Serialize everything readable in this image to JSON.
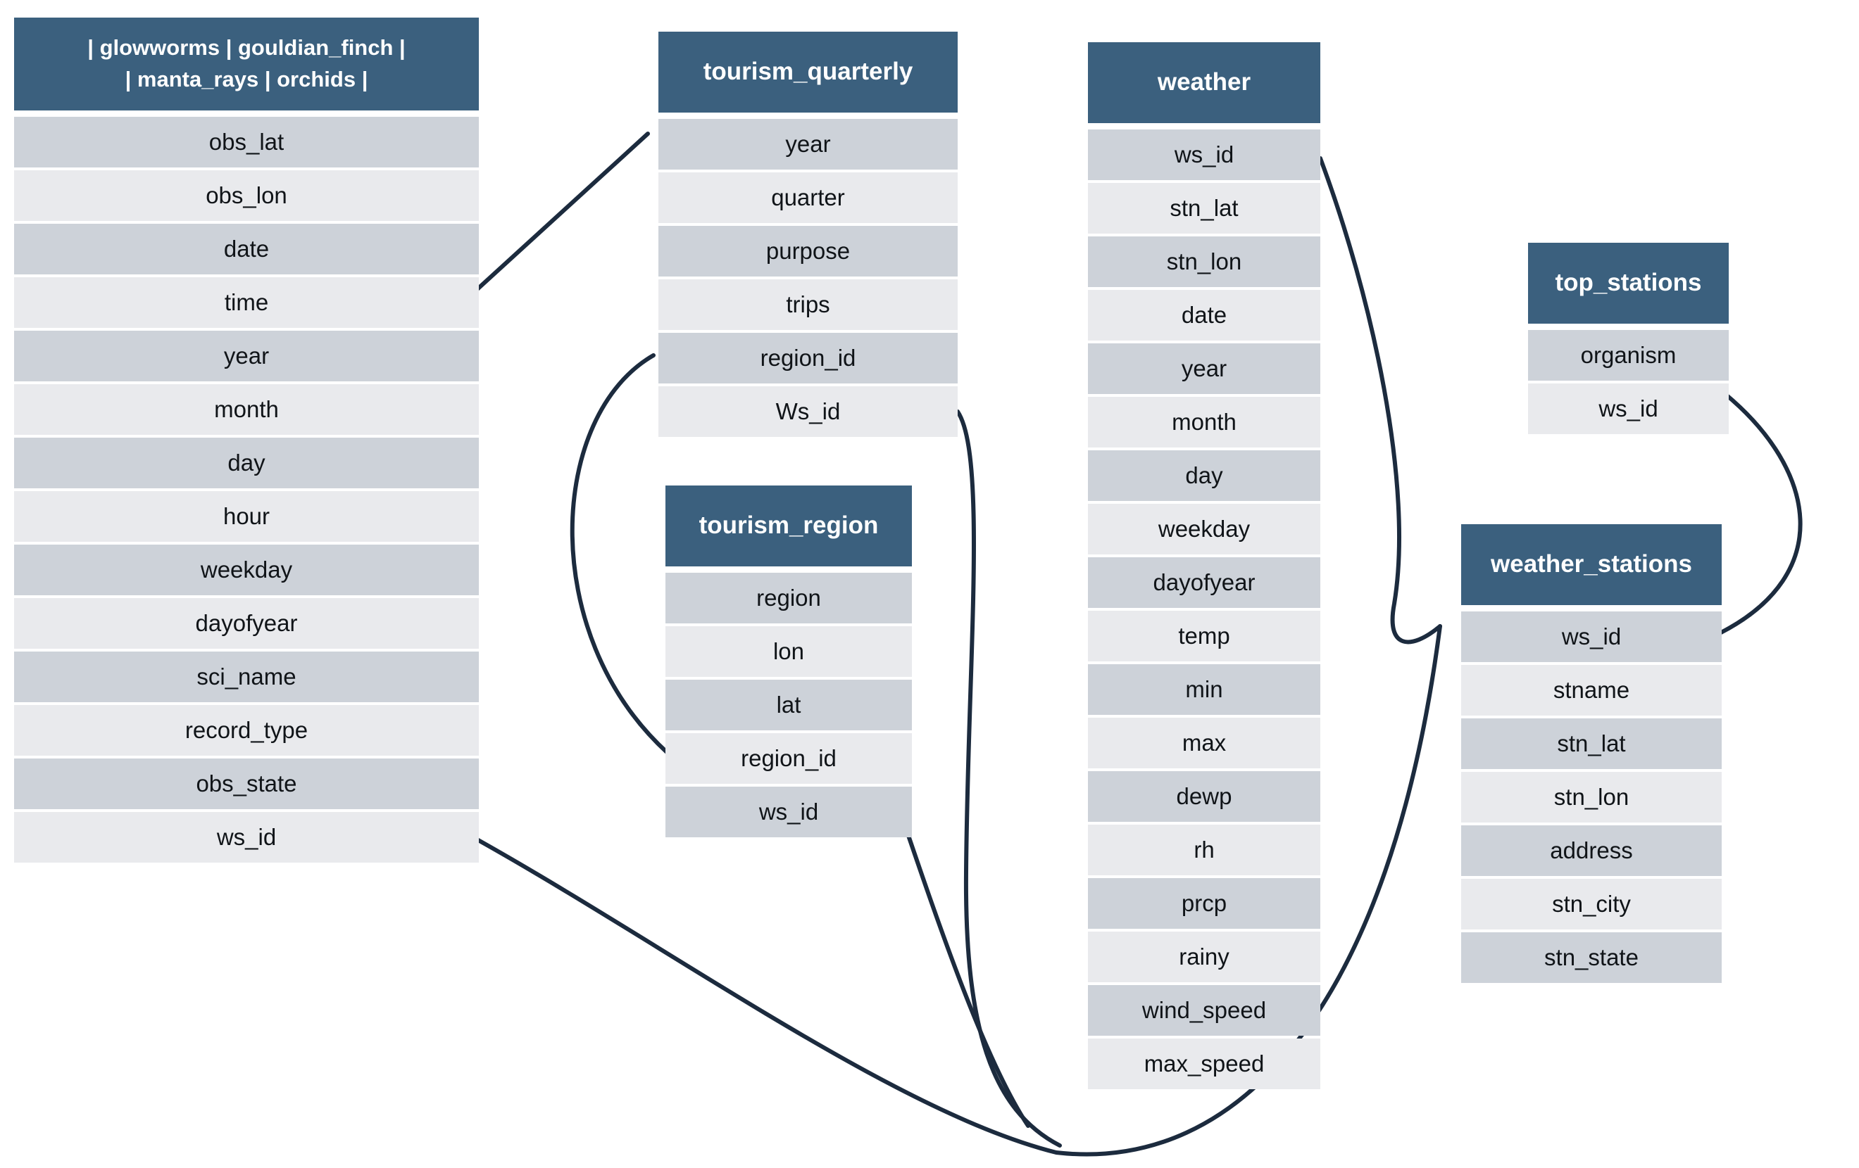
{
  "diagram": {
    "colors": {
      "header_bg": "#3B607E",
      "header_text": "#FFFFFF",
      "row_dark": "#CDD2D9",
      "row_light": "#E9EAED",
      "connector": "#1C2B3E",
      "background": "#FFFFFF"
    },
    "tables": [
      {
        "id": "observations",
        "title_lines": [
          "| glowworms | gouldian_finch |",
          "| manta_rays | orchids |"
        ],
        "fields": [
          "obs_lat",
          "obs_lon",
          "date",
          "time",
          "year",
          "month",
          "day",
          "hour",
          "weekday",
          "dayofyear",
          "sci_name",
          "record_type",
          "obs_state",
          "ws_id"
        ]
      },
      {
        "id": "tourism_quarterly",
        "title": "tourism_quarterly",
        "fields": [
          "year",
          "quarter",
          "purpose",
          "trips",
          "region_id",
          "Ws_id"
        ]
      },
      {
        "id": "tourism_region",
        "title": "tourism_region",
        "fields": [
          "region",
          "lon",
          "lat",
          "region_id",
          "ws_id"
        ]
      },
      {
        "id": "weather",
        "title": "weather",
        "fields": [
          "ws_id",
          "stn_lat",
          "stn_lon",
          "date",
          "year",
          "month",
          "day",
          "weekday",
          "dayofyear",
          "temp",
          "min",
          "max",
          "dewp",
          "rh",
          "prcp",
          "rainy",
          "wind_speed",
          "max_speed"
        ]
      },
      {
        "id": "top_stations",
        "title": "top_stations",
        "fields": [
          "organism",
          "ws_id"
        ]
      },
      {
        "id": "weather_stations",
        "title": "weather_stations",
        "fields": [
          "ws_id",
          "stname",
          "stn_lat",
          "stn_lon",
          "address",
          "stn_city",
          "stn_state"
        ]
      }
    ],
    "relationships": [
      {
        "from": "observations.time",
        "to": "tourism_quarterly.year"
      },
      {
        "from": "tourism_quarterly.region_id",
        "to": "tourism_region.region_id"
      },
      {
        "from": "tourism_quarterly.Ws_id",
        "to": "weather_stations.ws_id"
      },
      {
        "from": "tourism_region.ws_id",
        "to": "weather_stations.ws_id"
      },
      {
        "from": "observations.ws_id",
        "to": "weather_stations.ws_id"
      },
      {
        "from": "weather.ws_id",
        "to": "weather_stations.ws_id"
      },
      {
        "from": "top_stations.ws_id",
        "to": "weather_stations.ws_id"
      }
    ]
  }
}
